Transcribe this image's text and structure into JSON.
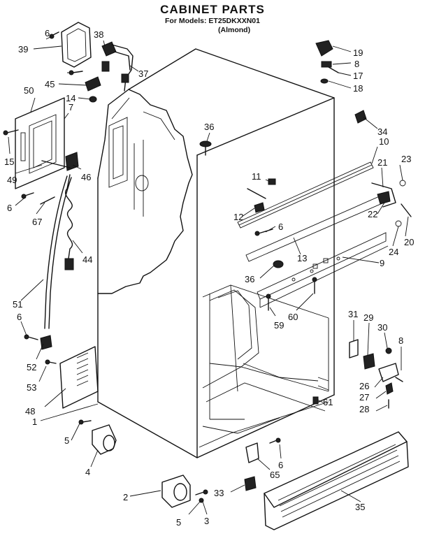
{
  "title": "CABINET PARTS",
  "models_line": "For Models: ET25DKXXN01",
  "variant_line": "(Almond)",
  "callouts": [
    {
      "id": "c19",
      "text": "19"
    },
    {
      "id": "c8a",
      "text": "8"
    },
    {
      "id": "c17",
      "text": "17"
    },
    {
      "id": "c18",
      "text": "18"
    },
    {
      "id": "c34",
      "text": "34"
    },
    {
      "id": "c10",
      "text": "10"
    },
    {
      "id": "c21",
      "text": "21"
    },
    {
      "id": "c23",
      "text": "23"
    },
    {
      "id": "c22",
      "text": "22"
    },
    {
      "id": "c20",
      "text": "20"
    },
    {
      "id": "c24",
      "text": "24"
    },
    {
      "id": "c9",
      "text": "9"
    },
    {
      "id": "c13",
      "text": "13"
    },
    {
      "id": "c11",
      "text": "11"
    },
    {
      "id": "c12",
      "text": "12"
    },
    {
      "id": "c6a",
      "text": "6"
    },
    {
      "id": "c36a",
      "text": "36"
    },
    {
      "id": "c36b",
      "text": "36"
    },
    {
      "id": "c60",
      "text": "60"
    },
    {
      "id": "c59",
      "text": "59"
    },
    {
      "id": "c39",
      "text": "39"
    },
    {
      "id": "c38",
      "text": "38"
    },
    {
      "id": "c37",
      "text": "37"
    },
    {
      "id": "c6b",
      "text": "6"
    },
    {
      "id": "c45",
      "text": "45"
    },
    {
      "id": "c14",
      "text": "14"
    },
    {
      "id": "c50",
      "text": "50"
    },
    {
      "id": "c7",
      "text": "7"
    },
    {
      "id": "c15",
      "text": "15"
    },
    {
      "id": "c46",
      "text": "46"
    },
    {
      "id": "c49",
      "text": "49"
    },
    {
      "id": "c6c",
      "text": "6"
    },
    {
      "id": "c67",
      "text": "67"
    },
    {
      "id": "c44",
      "text": "44"
    },
    {
      "id": "c51",
      "text": "51"
    },
    {
      "id": "c6d",
      "text": "6"
    },
    {
      "id": "c52",
      "text": "52"
    },
    {
      "id": "c53",
      "text": "53"
    },
    {
      "id": "c48",
      "text": "48"
    },
    {
      "id": "c1",
      "text": "1"
    },
    {
      "id": "c5a",
      "text": "5"
    },
    {
      "id": "c4",
      "text": "4"
    },
    {
      "id": "c31",
      "text": "31"
    },
    {
      "id": "c29",
      "text": "29"
    },
    {
      "id": "c30",
      "text": "30"
    },
    {
      "id": "c8b",
      "text": "8"
    },
    {
      "id": "c26",
      "text": "26"
    },
    {
      "id": "c27",
      "text": "27"
    },
    {
      "id": "c28",
      "text": "28"
    },
    {
      "id": "c61",
      "text": "61"
    },
    {
      "id": "c6e",
      "text": "6"
    },
    {
      "id": "c65",
      "text": "65"
    },
    {
      "id": "c2",
      "text": "2"
    },
    {
      "id": "c33",
      "text": "33"
    },
    {
      "id": "c5b",
      "text": "5"
    },
    {
      "id": "c3",
      "text": "3"
    },
    {
      "id": "c35",
      "text": "35"
    }
  ]
}
